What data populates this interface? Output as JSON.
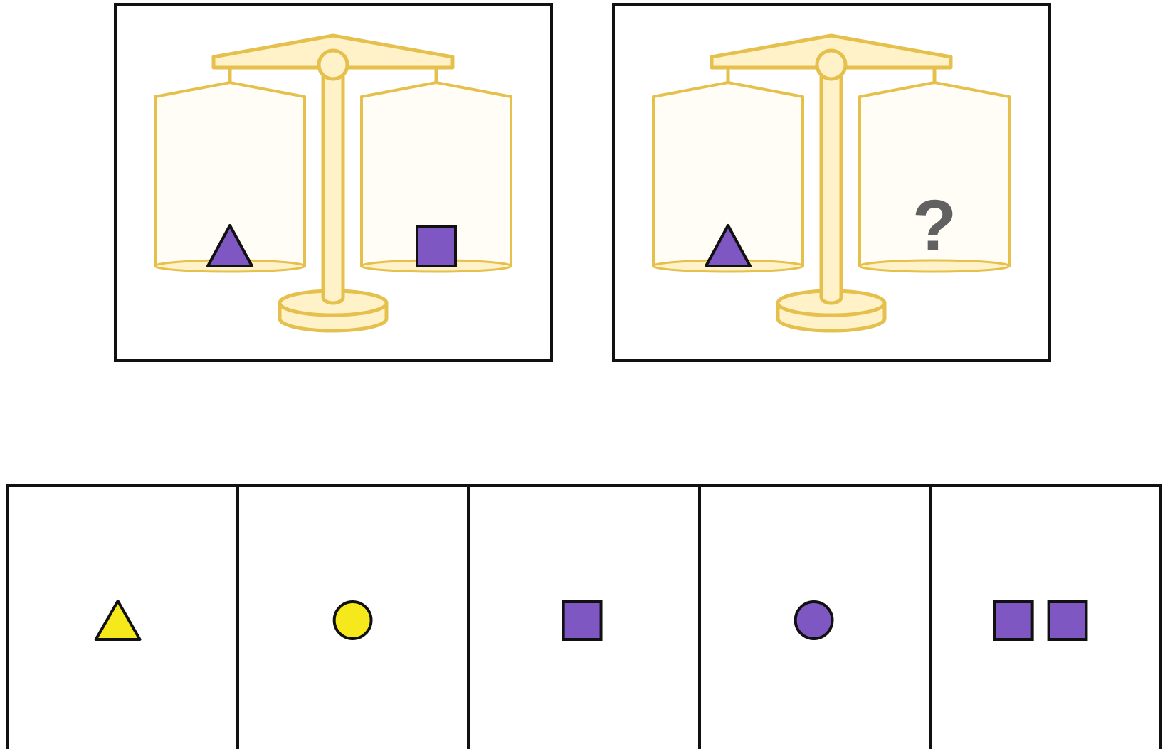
{
  "colors": {
    "scale_fill": "#fff2c9",
    "scale_pan_fill": "#fffdf5",
    "scale_stroke": "#e5c04d",
    "purple": "#7e57c2",
    "yellow": "#f5e81b",
    "outline": "#111111",
    "question_mark": "#616161"
  },
  "scales": [
    {
      "left_pan": [
        "purple-triangle"
      ],
      "right_pan": [
        "purple-square"
      ],
      "unknown": false
    },
    {
      "left_pan": [
        "purple-triangle"
      ],
      "right_pan": [],
      "unknown": true,
      "unknown_label": "?"
    }
  ],
  "options": [
    {
      "shapes": [
        "yellow-triangle"
      ]
    },
    {
      "shapes": [
        "yellow-circle"
      ]
    },
    {
      "shapes": [
        "purple-square"
      ]
    },
    {
      "shapes": [
        "purple-circle"
      ]
    },
    {
      "shapes": [
        "purple-square",
        "purple-square"
      ]
    }
  ]
}
